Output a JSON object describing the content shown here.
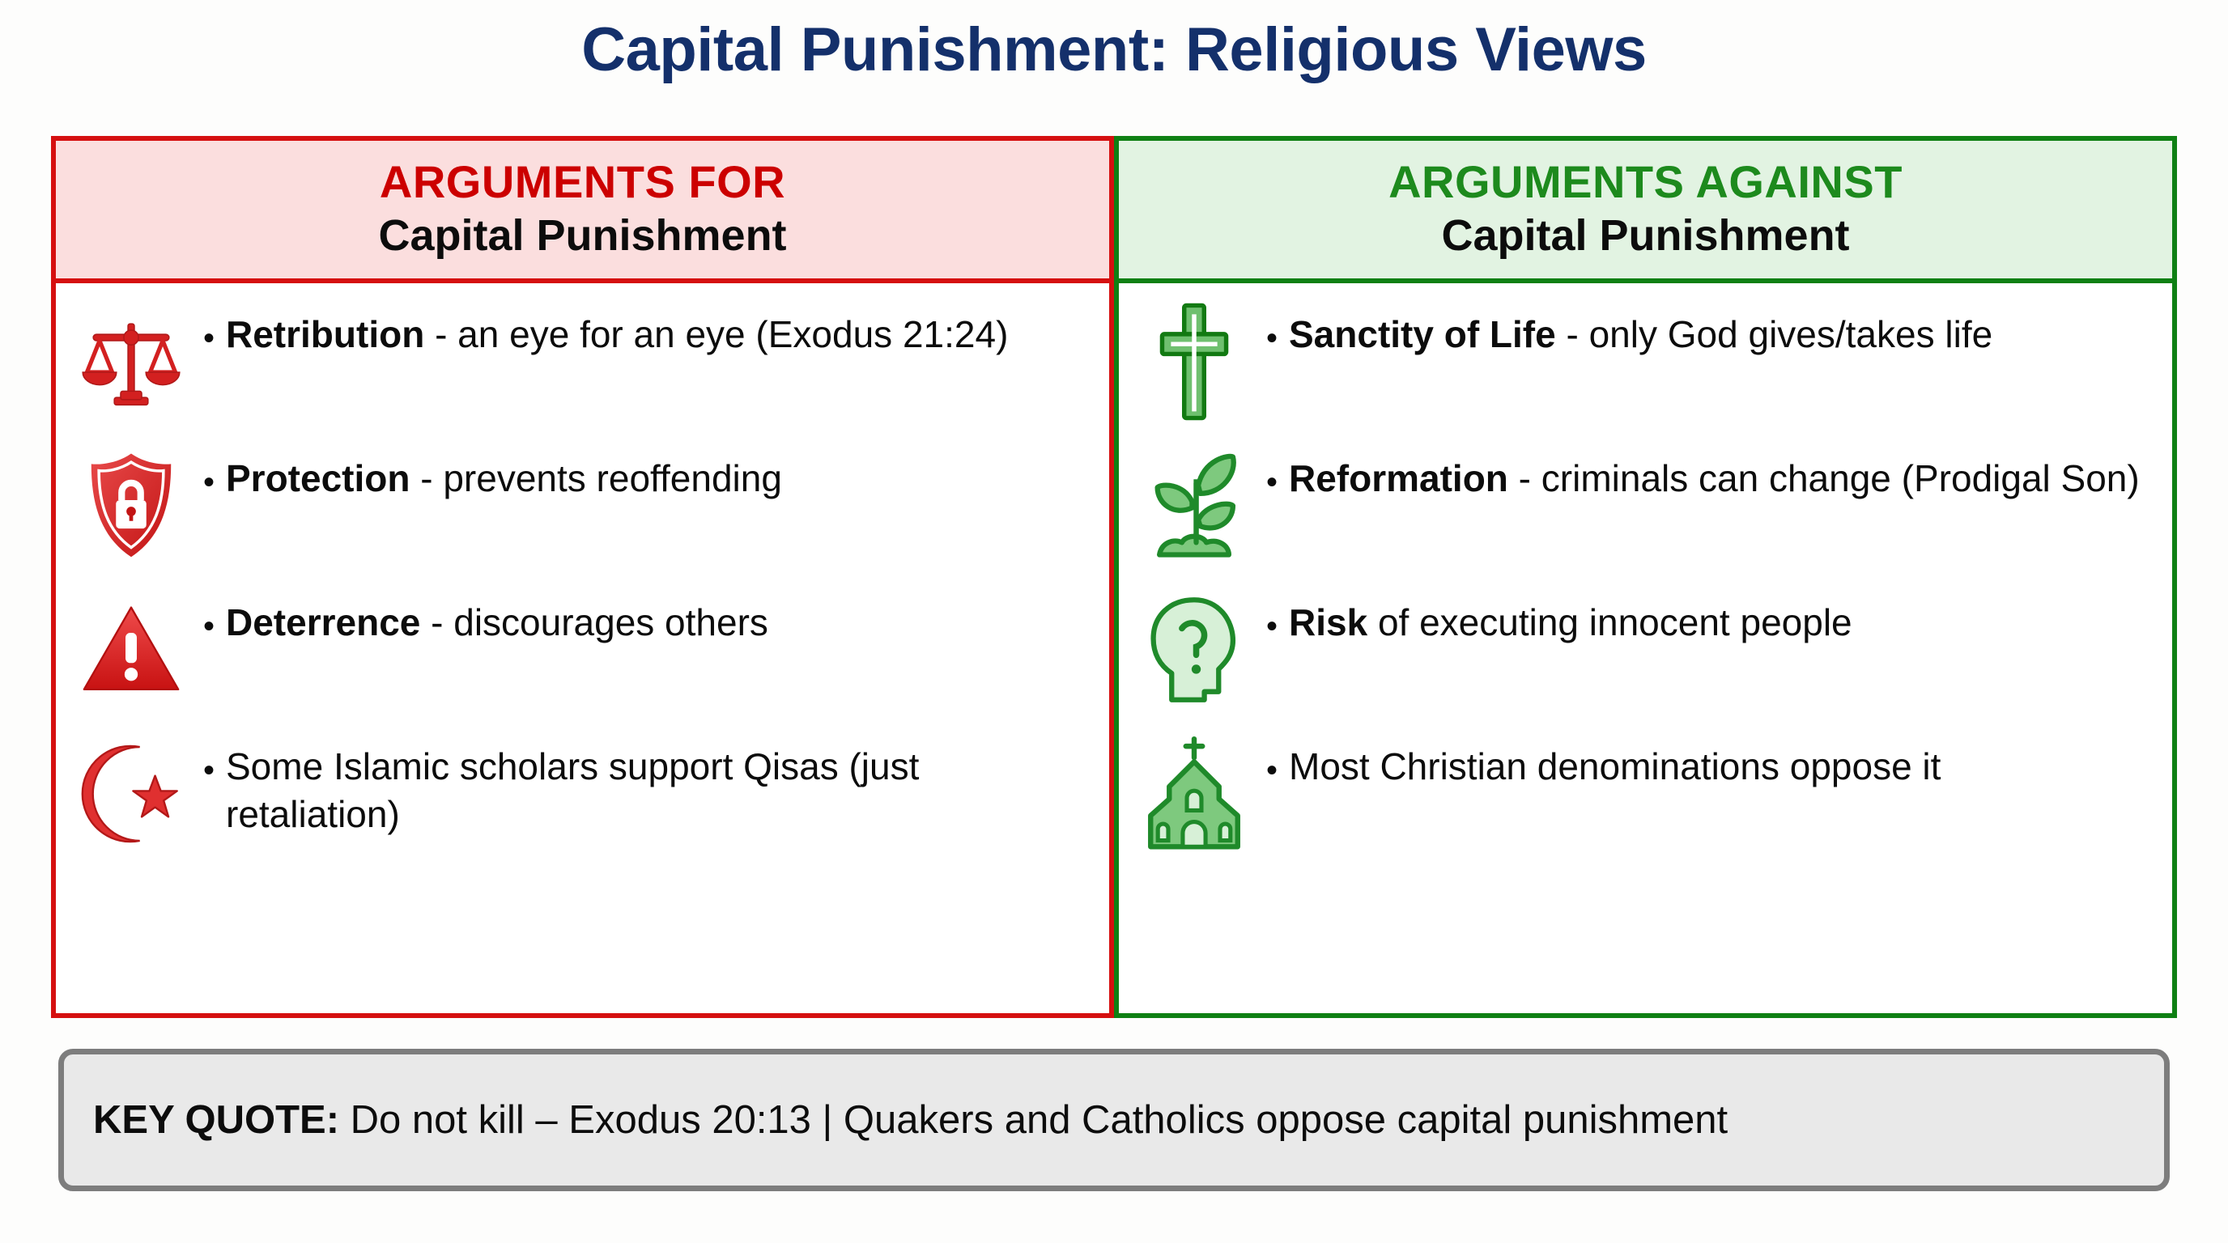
{
  "title": "Capital Punishment: Religious Views",
  "colors": {
    "title": "#14306b",
    "for_accent": "#cc0000",
    "for_border": "#d51010",
    "for_head_bg": "#fbdede",
    "against_accent": "#1d8a1d",
    "against_border": "#0f8014",
    "against_head_bg": "#e2f3e2",
    "quote_bg": "#e9e9e9",
    "quote_border": "#7d7d7d"
  },
  "panels": {
    "for": {
      "heading_line1": "ARGUMENTS FOR",
      "heading_line2": "Capital Punishment",
      "bullet": "•",
      "items": [
        {
          "icon": "scales-of-justice-icon",
          "bold": "Retribution",
          "rest": " - an eye for an eye (Exodus 21:24)"
        },
        {
          "icon": "shield-lock-icon",
          "bold": "Protection",
          "rest": " - prevents reoffending"
        },
        {
          "icon": "warning-triangle-icon",
          "bold": "Deterrence",
          "rest": " - discourages others"
        },
        {
          "icon": "crescent-star-icon",
          "bold": "",
          "rest": "Some Islamic scholars support Qisas (just retaliation)"
        }
      ]
    },
    "against": {
      "heading_line1": "ARGUMENTS AGAINST",
      "heading_line2": "Capital Punishment",
      "bullet": "•",
      "items": [
        {
          "icon": "christian-cross-icon",
          "bold": "Sanctity of Life",
          "rest": " - only God gives/takes life"
        },
        {
          "icon": "seedling-icon",
          "bold": "Reformation",
          "rest": " - criminals can change (Prodigal Son)"
        },
        {
          "icon": "head-question-icon",
          "bold": "Risk",
          "rest": " of executing innocent people"
        },
        {
          "icon": "church-icon",
          "bold": "",
          "rest": "Most Christian denominations oppose it"
        }
      ]
    }
  },
  "key_quote": {
    "label": "KEY QUOTE:",
    "text": " Do not kill – Exodus 20:13 | Quakers and Catholics oppose capital punishment"
  }
}
